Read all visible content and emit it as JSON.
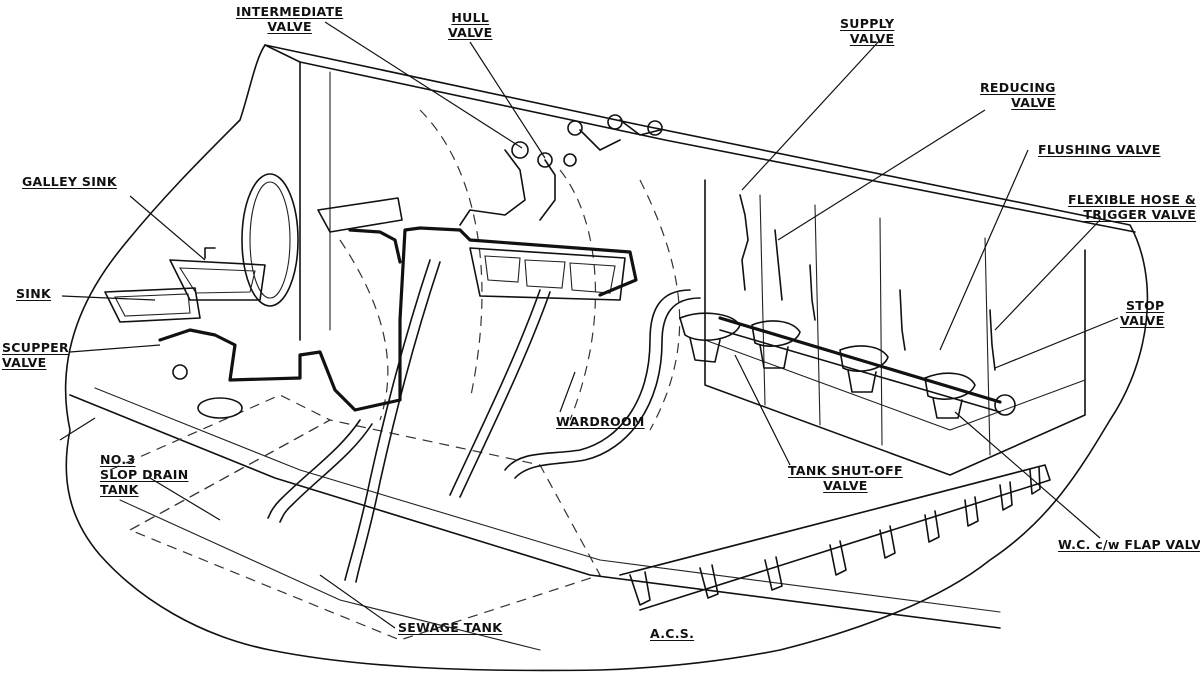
{
  "labels": {
    "intermediate_valve": [
      "INTERMEDIATE",
      "VALVE"
    ],
    "hull_valve": [
      "HULL",
      "VALVE"
    ],
    "supply_valve": [
      "SUPPLY",
      "VALVE"
    ],
    "reducing_valve": [
      "REDUCING",
      "VALVE"
    ],
    "flushing_valve": [
      "FLUSHING VALVE"
    ],
    "flexible_hose": [
      "FLEXIBLE HOSE &",
      "TRIGGER VALVE"
    ],
    "stop_valve": [
      "STOP",
      "VALVE"
    ],
    "galley_sink": [
      "GALLEY SINK"
    ],
    "sink": [
      "SINK"
    ],
    "scupper_valve": [
      "SCUPPER",
      "VALVE"
    ],
    "slop_drain_tank": [
      "NO.3",
      "SLOP DRAIN",
      "TANK"
    ],
    "wardroom": [
      "WARDROOM"
    ],
    "tank_shutoff_valve": [
      "TANK SHUT-OFF",
      "VALVE"
    ],
    "wc_flap_valve": [
      "W.C. c/w FLAP VALVE"
    ],
    "sewage_tank": [
      "SEWAGE TANK"
    ],
    "acs": [
      "A.C.S."
    ]
  }
}
